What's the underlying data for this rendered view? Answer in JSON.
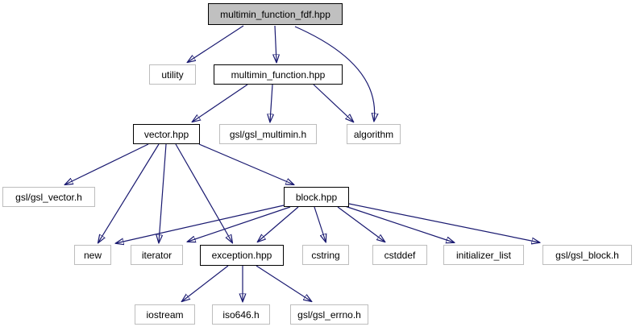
{
  "diagram": {
    "kind": "include-dependency-graph",
    "colors": {
      "edge": "#191970",
      "internal_border": "#000000",
      "external_border": "#bdbdbd",
      "current_fill": "#c0c0c0",
      "node_fill": "#ffffff",
      "background": "#ffffff"
    },
    "nodes": [
      {
        "id": "fdf",
        "label": "multimin_function_fdf.hpp",
        "kind": "current"
      },
      {
        "id": "utility",
        "label": "utility",
        "kind": "external"
      },
      {
        "id": "multimin",
        "label": "multimin_function.hpp",
        "kind": "internal"
      },
      {
        "id": "vector",
        "label": "vector.hpp",
        "kind": "internal"
      },
      {
        "id": "gsl_multimin",
        "label": "gsl/gsl_multimin.h",
        "kind": "external"
      },
      {
        "id": "algorithm",
        "label": "algorithm",
        "kind": "external"
      },
      {
        "id": "gsl_vector",
        "label": "gsl/gsl_vector.h",
        "kind": "external"
      },
      {
        "id": "block",
        "label": "block.hpp",
        "kind": "internal"
      },
      {
        "id": "new",
        "label": "new",
        "kind": "external"
      },
      {
        "id": "iterator",
        "label": "iterator",
        "kind": "external"
      },
      {
        "id": "exception",
        "label": "exception.hpp",
        "kind": "internal"
      },
      {
        "id": "cstring",
        "label": "cstring",
        "kind": "external"
      },
      {
        "id": "cstddef",
        "label": "cstddef",
        "kind": "external"
      },
      {
        "id": "initializer_list",
        "label": "initializer_list",
        "kind": "external"
      },
      {
        "id": "gsl_block",
        "label": "gsl/gsl_block.h",
        "kind": "external"
      },
      {
        "id": "iostream",
        "label": "iostream",
        "kind": "external"
      },
      {
        "id": "iso646",
        "label": "iso646.h",
        "kind": "external"
      },
      {
        "id": "gsl_errno",
        "label": "gsl/gsl_errno.h",
        "kind": "external"
      }
    ],
    "edges": [
      {
        "from": "fdf",
        "to": "utility"
      },
      {
        "from": "fdf",
        "to": "multimin"
      },
      {
        "from": "fdf",
        "to": "algorithm"
      },
      {
        "from": "multimin",
        "to": "vector"
      },
      {
        "from": "multimin",
        "to": "gsl_multimin"
      },
      {
        "from": "multimin",
        "to": "algorithm"
      },
      {
        "from": "vector",
        "to": "gsl_vector"
      },
      {
        "from": "vector",
        "to": "block"
      },
      {
        "from": "vector",
        "to": "new"
      },
      {
        "from": "vector",
        "to": "iterator"
      },
      {
        "from": "vector",
        "to": "exception"
      },
      {
        "from": "block",
        "to": "new"
      },
      {
        "from": "block",
        "to": "iterator"
      },
      {
        "from": "block",
        "to": "exception"
      },
      {
        "from": "block",
        "to": "cstring"
      },
      {
        "from": "block",
        "to": "cstddef"
      },
      {
        "from": "block",
        "to": "initializer_list"
      },
      {
        "from": "block",
        "to": "gsl_block"
      },
      {
        "from": "exception",
        "to": "iostream"
      },
      {
        "from": "exception",
        "to": "iso646"
      },
      {
        "from": "exception",
        "to": "gsl_errno"
      }
    ]
  }
}
